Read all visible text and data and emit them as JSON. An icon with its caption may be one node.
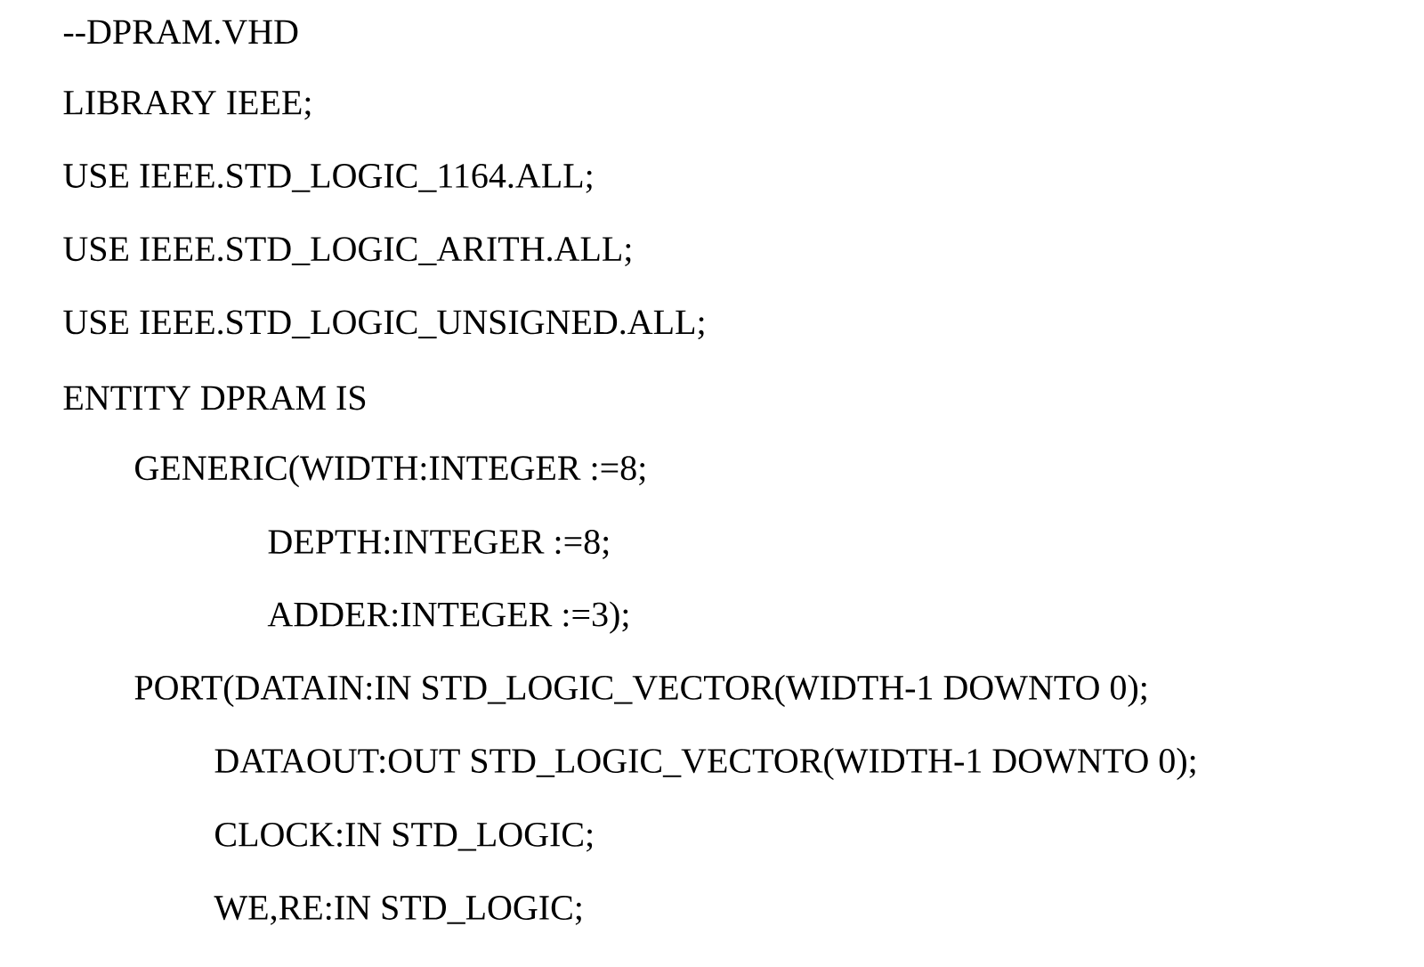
{
  "diagram": {
    "labels": [
      "--DPRAM.VHD",
      "LIBRARY IEEE;",
      "USE IEEE.STD_LOGIC_1164.ALL;",
      "USE IEEE.STD_LOGIC_ARITH.ALL;",
      "USE IEEE.STD_LOGIC_UNSIGNED.ALL;",
      "ENTITY DPRAM IS",
      "GENERIC(WIDTH:INTEGER :=8;",
      "DEPTH:INTEGER :=8;",
      "ADDER:INTEGER :=3);",
      "PORT(DATAIN:IN STD_LOGIC_VECTOR(WIDTH-1 DOWNTO 0);",
      "DATAOUT:OUT STD_LOGIC_VECTOR(WIDTH-1 DOWNTO 0);",
      "CLOCK:IN STD_LOGIC;",
      "WE,RE:IN STD_LOGIC;"
    ]
  }
}
